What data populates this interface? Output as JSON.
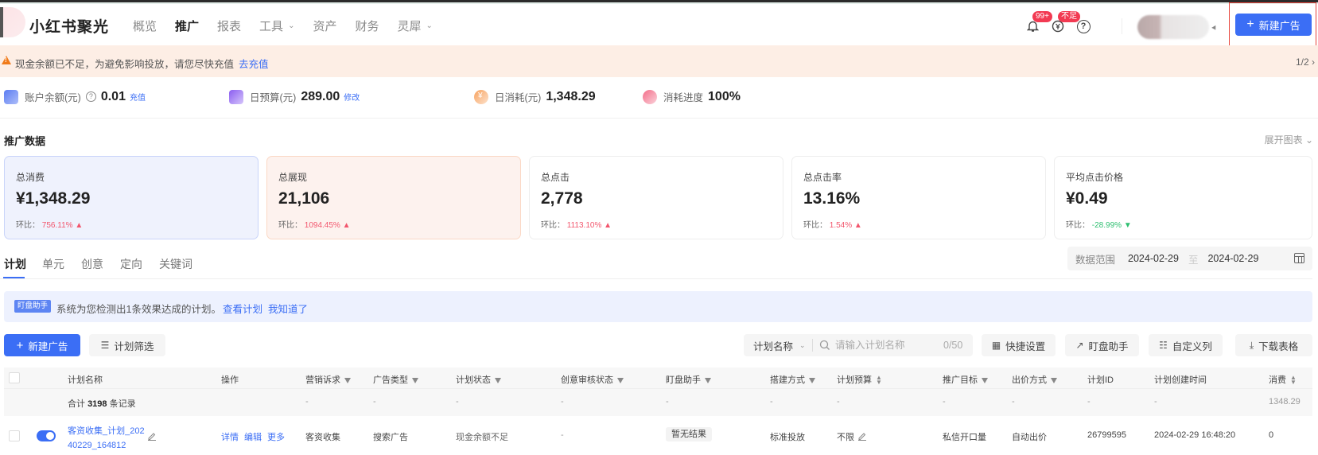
{
  "header": {
    "logo_text": "小红书聚光",
    "nav": [
      {
        "label": "概览",
        "active": false,
        "dropdown": false
      },
      {
        "label": "推广",
        "active": true,
        "dropdown": false
      },
      {
        "label": "报表",
        "active": false,
        "dropdown": false
      },
      {
        "label": "工具",
        "active": false,
        "dropdown": true
      },
      {
        "label": "资产",
        "active": false,
        "dropdown": false
      },
      {
        "label": "财务",
        "active": false,
        "dropdown": false
      },
      {
        "label": "灵犀",
        "active": false,
        "dropdown": true
      }
    ],
    "notification_badge": "99+",
    "finance_badge": "不足",
    "help_glyph": "?",
    "new_ad_label": "新建广告",
    "plus_glyph": "+"
  },
  "alert": {
    "text": "现金余额已不足，为避免影响投放，请您尽快充值",
    "link": "去充值",
    "pager": "1/2 ›"
  },
  "stats": {
    "balance": {
      "label": "账户余额(元)",
      "value": "0.01",
      "link": "充值"
    },
    "budget": {
      "label": "日预算(元)",
      "value": "289.00",
      "link": "修改"
    },
    "spend": {
      "label": "日消耗(元)",
      "value": "1,348.29"
    },
    "progress": {
      "label": "消耗进度",
      "value": "100%"
    }
  },
  "section": {
    "title": "推广数据",
    "expand": "展开图表 ⌄"
  },
  "cards": [
    {
      "label": "总消费",
      "value": "¥1,348.29",
      "cmp_label": "环比：",
      "cmp_value": "756.11%",
      "trend": "up",
      "arrow": "▲"
    },
    {
      "label": "总展现",
      "value": "21,106",
      "cmp_label": "环比：",
      "cmp_value": "1094.45%",
      "trend": "up",
      "arrow": "▲"
    },
    {
      "label": "总点击",
      "value": "2,778",
      "cmp_label": "环比：",
      "cmp_value": "1113.10%",
      "trend": "up",
      "arrow": "▲"
    },
    {
      "label": "总点击率",
      "value": "13.16%",
      "cmp_label": "环比：",
      "cmp_value": "1.54%",
      "trend": "up",
      "arrow": "▲"
    },
    {
      "label": "平均点击价格",
      "value": "¥0.49",
      "cmp_label": "环比：",
      "cmp_value": "-28.99%",
      "trend": "down",
      "arrow": "▼"
    }
  ],
  "tabs": [
    {
      "label": "计划",
      "active": true
    },
    {
      "label": "单元",
      "active": false
    },
    {
      "label": "创意",
      "active": false
    },
    {
      "label": "定向",
      "active": false
    },
    {
      "label": "关键词",
      "active": false
    }
  ],
  "date_range": {
    "label": "数据范围",
    "from": "2024-02-29",
    "sep": "至",
    "to": "2024-02-29"
  },
  "helper": {
    "tag": "盯盘助手",
    "text": "系统为您检测出1条效果达成的计划。",
    "link_view": "查看计划",
    "link_ack": "我知道了"
  },
  "toolbar": {
    "new_ad": "新建广告",
    "filter": "计划筛选",
    "search_field": "计划名称",
    "search_placeholder": "请输入计划名称",
    "search_count": "0/50",
    "quick_settings": "快捷设置",
    "monitor": "盯盘助手",
    "custom_columns": "自定义列",
    "download": "下载表格"
  },
  "table": {
    "columns": [
      {
        "key": "name",
        "label": "计划名称"
      },
      {
        "key": "ops",
        "label": "操作"
      },
      {
        "key": "marketing",
        "label": "营销诉求",
        "filter": true
      },
      {
        "key": "ad_type",
        "label": "广告类型",
        "filter": true
      },
      {
        "key": "status",
        "label": "计划状态",
        "filter": true
      },
      {
        "key": "review",
        "label": "创意审核状态",
        "filter": true
      },
      {
        "key": "monitor",
        "label": "盯盘助手",
        "filter": true
      },
      {
        "key": "build",
        "label": "搭建方式",
        "filter": true
      },
      {
        "key": "budget",
        "label": "计划预算",
        "sort": true
      },
      {
        "key": "goal",
        "label": "推广目标",
        "filter": true
      },
      {
        "key": "bid",
        "label": "出价方式",
        "filter": true
      },
      {
        "key": "id",
        "label": "计划ID"
      },
      {
        "key": "created",
        "label": "计划创建时间"
      },
      {
        "key": "spend",
        "label": "消费",
        "sort": true
      }
    ],
    "summary": {
      "prefix": "合计",
      "count": "3198",
      "suffix": "条记录",
      "marketing": "-",
      "ad_type": "-",
      "status": "-",
      "review": "-",
      "monitor": "-",
      "build": "-",
      "budget": "-",
      "goal": "-",
      "bid": "-",
      "id": "-",
      "created": "-",
      "spend": "1348.29"
    },
    "rows": [
      {
        "enabled": true,
        "name_line1": "客资收集_计划_202",
        "name_line2": "40229_164812",
        "ops": [
          "详情",
          "编辑",
          "更多"
        ],
        "marketing": "客资收集",
        "ad_type": "搜索广告",
        "status": "现金余额不足",
        "review": "-",
        "monitor": "暂无结果",
        "build": "标准投放",
        "budget": "不限",
        "goal": "私信开口量",
        "bid": "自动出价",
        "id": "26799595",
        "created": "2024-02-29 16:48:20",
        "spend": "0"
      }
    ]
  },
  "colors": {
    "primary": "#3b6ef5",
    "up": "#f2566d",
    "down": "#2fbf71",
    "alert_bg": "#fdeee5",
    "badge": "#f23a52"
  }
}
